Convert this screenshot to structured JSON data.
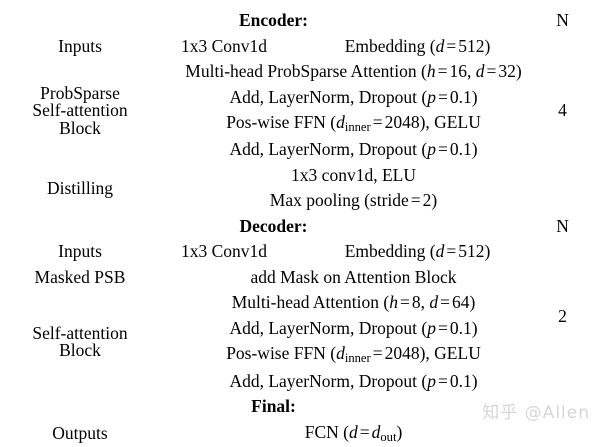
{
  "table": {
    "columns": [
      "stage",
      "sub-a",
      "sub-b",
      "N"
    ],
    "n_header_label": "N",
    "sections": [
      {
        "header": "Encoder:",
        "n_header": "N",
        "n_value": "4",
        "rows": [
          {
            "label": "Inputs",
            "cells": [
              "1x3 Conv1d",
              "Embedding (d = 512)"
            ],
            "split": true
          },
          {
            "label": "ProbSparse Self-attention Block",
            "label_lines": [
              "ProbSparse",
              "Self-attention",
              "Block"
            ],
            "cells": [
              "Multi-head ProbSparse Attention (h = 16, d = 32)",
              "Add, LayerNorm, Dropout (p = 0.1)",
              "Pos-wise FFN (d_inner = 2048), GELU",
              "Add, LayerNorm, Dropout (p = 0.1)"
            ]
          },
          {
            "label": "Distilling",
            "label_lines": [
              "Distilling"
            ],
            "cells": [
              "1x3 conv1d, ELU",
              "Max pooling (stride = 2)"
            ]
          }
        ]
      },
      {
        "header": "Decoder:",
        "n_header": "N",
        "n_value": "2",
        "rows": [
          {
            "label": "Inputs",
            "cells": [
              "1x3 Conv1d",
              "Embedding (d = 512)"
            ],
            "split": true
          },
          {
            "label": "Masked PSB",
            "cells": [
              "add Mask on Attention Block"
            ]
          },
          {
            "label": "Self-attention Block",
            "label_lines": [
              "Self-attention",
              "Block"
            ],
            "cells": [
              "Multi-head Attention (h = 8, d = 64)",
              "Add, LayerNorm, Dropout (p = 0.1)",
              "Pos-wise FFN (d_inner = 2048), GELU",
              "Add, LayerNorm, Dropout (p = 0.1)"
            ]
          }
        ]
      },
      {
        "header": "Final:",
        "n_header": "",
        "n_value": "",
        "rows": [
          {
            "label": "Outputs",
            "cells": [
              "FCN (d = d_out)"
            ]
          }
        ]
      }
    ],
    "labels": {
      "encoder_header": "Encoder:",
      "decoder_header": "Decoder:",
      "final_header": "Final:",
      "n_header_enc": "N",
      "n_header_dec": "N",
      "n_value_enc": "4",
      "n_value_dec": "2",
      "inputs_enc": "Inputs",
      "inputs_dec": "Inputs",
      "conv_enc": "1x3 Conv1d",
      "conv_dec": "1x3 Conv1d",
      "probsparse_l1": "ProbSparse",
      "probsparse_l2": "Self-attention",
      "probsparse_l3": "Block",
      "distilling": "Distilling",
      "distill_1": "1x3 conv1d, ELU",
      "masked_psb": "Masked PSB",
      "masked_psb_cell": "add Mask on Attention Block",
      "selfattn_l1": "Self-attention",
      "selfattn_l2": "Block",
      "outputs": "Outputs"
    }
  },
  "watermark": {
    "text": "知乎 @Allen"
  },
  "colors": {
    "rule": "#111111",
    "thin_rule": "#444444",
    "text": "#000000",
    "watermark": "#d6d6d6",
    "background": "#ffffff"
  }
}
